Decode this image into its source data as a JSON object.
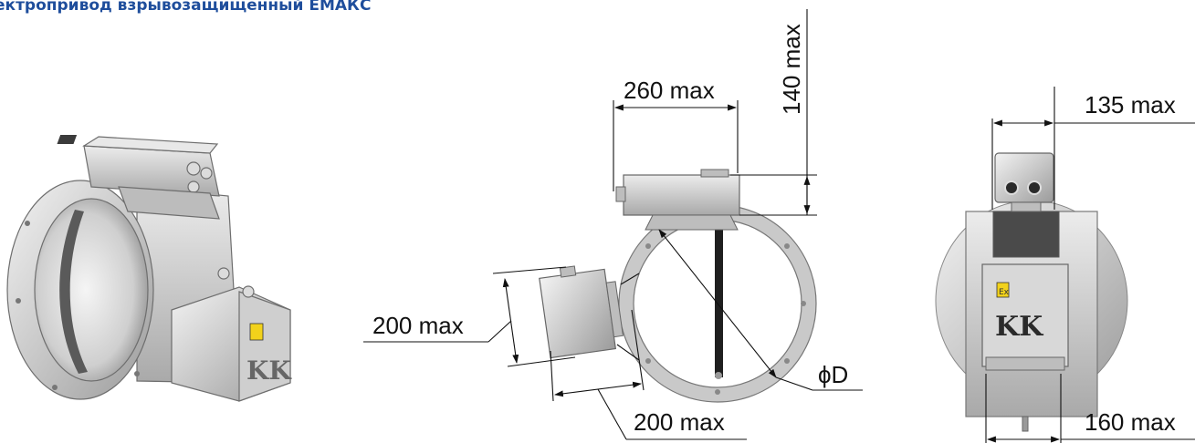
{
  "title": "ектропривод взрывозащищенный ЕМАКС",
  "dimensions": {
    "width_top": "260 max",
    "height_top": "140 max",
    "side_height": "200 max",
    "side_width": "200 max",
    "diameter": "ϕD",
    "front_top": "135 max",
    "front_bottom": "160 max"
  },
  "brand_mark": "KK",
  "ex_mark": "Ex",
  "colors": {
    "title": "#1f4e9c",
    "metal": "#cfcfcf",
    "dark": "#2a2a2a",
    "ex_yellow": "#f2d21b"
  }
}
